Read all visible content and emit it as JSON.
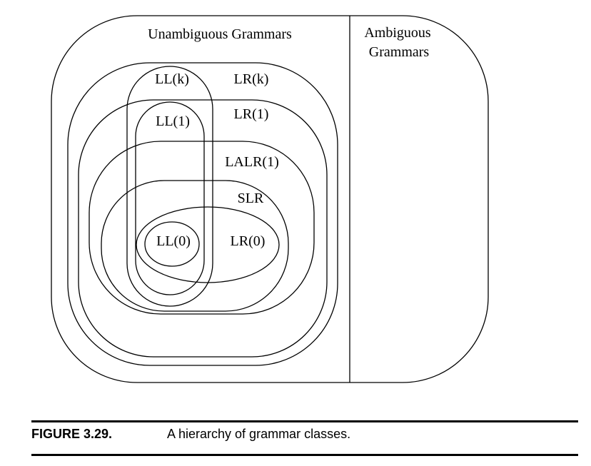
{
  "diagram": {
    "regions": {
      "unambiguous": "Unambiguous Grammars",
      "ambiguous_line1": "Ambiguous",
      "ambiguous_line2": "Grammars"
    },
    "classes": {
      "llk": "LL(k)",
      "lrk": "LR(k)",
      "ll1": "LL(1)",
      "lr1": "LR(1)",
      "lalr1": "LALR(1)",
      "slr": "SLR",
      "ll0": "LL(0)",
      "lr0": "LR(0)"
    }
  },
  "caption": {
    "label": "FIGURE 3.29.",
    "text": "A hierarchy of grammar classes."
  }
}
